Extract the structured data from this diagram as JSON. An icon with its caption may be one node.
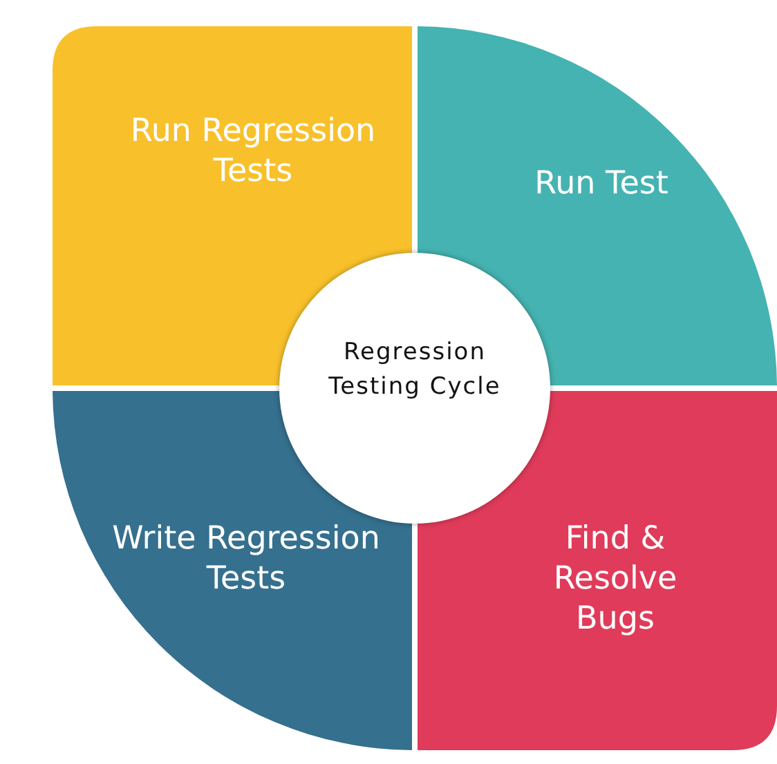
{
  "diagram": {
    "nodes": [
      {
        "text": [
          "Run Regression Tests"
        ]
      },
      {
        "text": [
          "Run Test"
        ]
      },
      {
        "text": [
          "Regression Testing Cycle"
        ]
      },
      {
        "text": [
          "Write Regression Tests"
        ]
      },
      {
        "text": [
          "Find & Resolve Bugs"
        ]
      }
    ],
    "edges": []
  }
}
